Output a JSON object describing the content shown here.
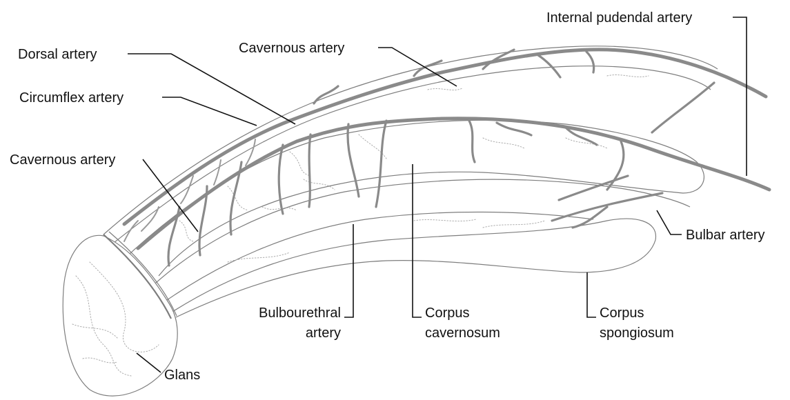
{
  "labels": {
    "internal_pudendal_artery": "Internal pudendal artery",
    "dorsal_artery": "Dorsal artery",
    "cavernous_artery_top": "Cavernous artery",
    "circumflex_artery": "Circumflex artery",
    "cavernous_artery_left": "Cavernous artery",
    "bulbar_artery": "Bulbar artery",
    "bulbourethral_artery_line1": "Bulbourethral",
    "bulbourethral_artery_line2": "artery",
    "corpus_cavernosum_line1": "Corpus",
    "corpus_cavernosum_line2": "cavernosum",
    "corpus_spongiosum_line1": "Corpus",
    "corpus_spongiosum_line2": "spongiosum",
    "glans": "Glans"
  },
  "colors": {
    "vessel": "#8a8a8a",
    "outline": "#7d7d7d",
    "label_text": "#111111",
    "background": "#ffffff"
  }
}
